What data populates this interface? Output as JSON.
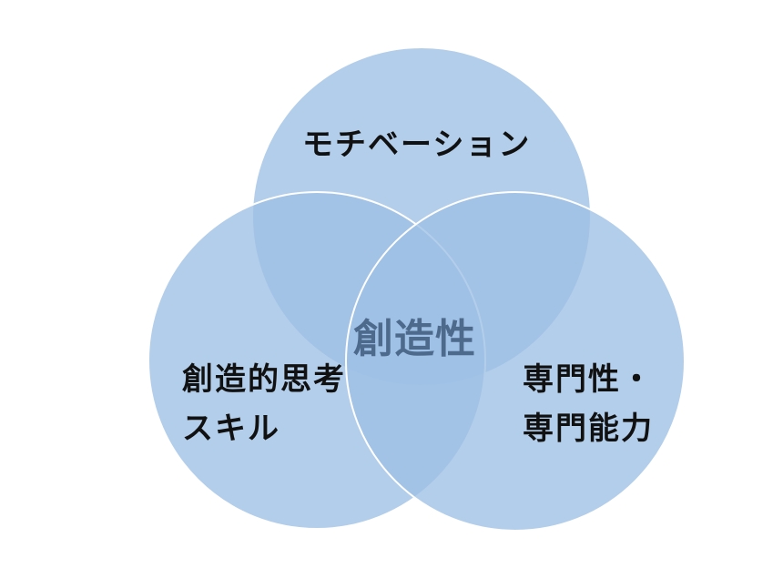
{
  "diagram": {
    "circles": [
      {
        "id": "top",
        "label": "モチベーション"
      },
      {
        "id": "left",
        "label": "創造的思考\nスキル"
      },
      {
        "id": "right",
        "label": "専門性・\n専門能力"
      }
    ],
    "center_label": "創造性",
    "colors": {
      "circle_fill": "#9ec0e4",
      "circle_stroke": "#ffffff",
      "center_text": "#4d6a8c",
      "label_text": "#111111"
    }
  }
}
